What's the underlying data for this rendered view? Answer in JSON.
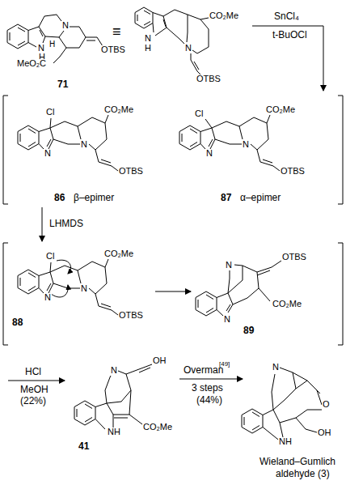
{
  "diagram": {
    "labels": [
      "71",
      "N",
      "H",
      "H",
      "N",
      "MeO₂C",
      "OTBS",
      "≡",
      "N",
      "H",
      "N",
      "CO₂Me",
      "OTBS",
      "SnCl₄",
      "t-BuOCl",
      "Cl",
      "N",
      "N",
      "CO₂Me",
      "OTBS",
      "86",
      "β–epimer",
      "Cl",
      "N",
      "N",
      "CO₂Me",
      "OTBS",
      "87",
      "α–epimer",
      "LHMDS",
      "Cl",
      "N",
      "N",
      "CO₂Me",
      "OTBS",
      "88",
      "N",
      "OTBS",
      "N",
      "CO₂Me",
      "89",
      "HCl",
      "MeOH",
      "(22%)",
      "N",
      "OH",
      "NH",
      "CO₂Me",
      "41",
      "Overman",
      "[49]",
      "3 steps",
      "(44%)",
      "N",
      "O",
      "OH",
      "NH",
      "Wieland–Gumlich",
      "aldehyde (3)"
    ]
  }
}
